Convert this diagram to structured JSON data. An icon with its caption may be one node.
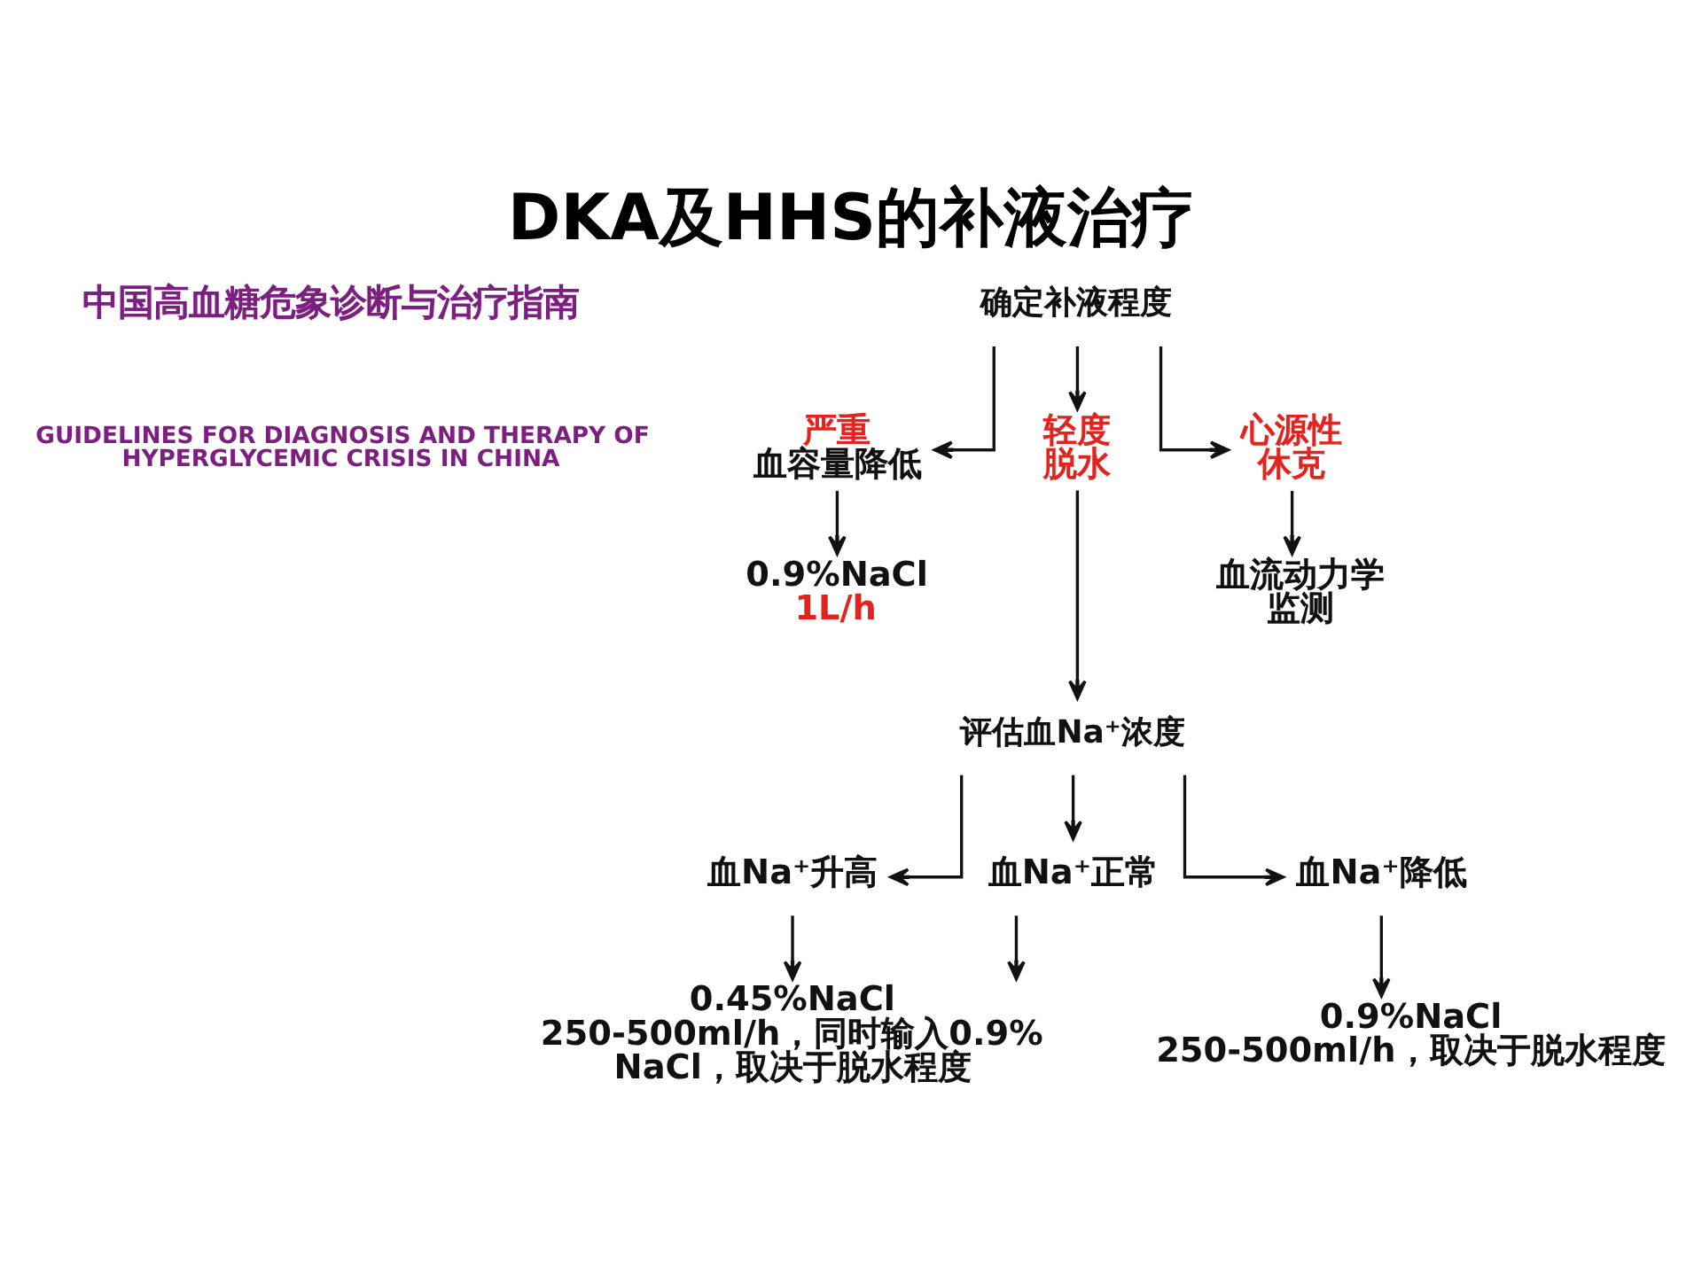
{
  "diagram": {
    "title": "DKA及HHS的补液治疗",
    "nodes": [
      {
        "text": [
          "确定补液程度"
        ]
      },
      {
        "text": [
          "严重",
          "血容量降低"
        ]
      },
      {
        "text": [
          "轻度脱水"
        ]
      },
      {
        "text": [
          "心源性休克"
        ]
      },
      {
        "text": [
          "0.9%NaCl",
          "1L/h"
        ]
      },
      {
        "text": [
          "血流动力学监测"
        ]
      },
      {
        "text": [
          "评估血Na⁺浓度"
        ]
      },
      {
        "text": [
          "血Na⁺升高"
        ]
      },
      {
        "text": [
          "血Na⁺正常"
        ]
      },
      {
        "text": [
          "血Na⁺降低"
        ]
      },
      {
        "text": [
          "0.45%NaCl 250-500ml/h，同时输入0.9% NaCl，取决于脱水程度"
        ]
      },
      {
        "text": [
          "0.9%NaCl 250-500ml/h，取决于脱水程度"
        ]
      }
    ],
    "edges": [
      {
        "from": 0,
        "to": 1,
        "arrow": "to"
      },
      {
        "from": 0,
        "to": 2,
        "arrow": "to"
      },
      {
        "from": 0,
        "to": 3,
        "arrow": "to"
      },
      {
        "from": 1,
        "to": 4,
        "arrow": "to"
      },
      {
        "from": 3,
        "to": 5,
        "arrow": "to"
      },
      {
        "from": 2,
        "to": 6,
        "arrow": "to"
      },
      {
        "from": 6,
        "to": 7,
        "arrow": "to"
      },
      {
        "from": 6,
        "to": 8,
        "arrow": "to"
      },
      {
        "from": 6,
        "to": 9,
        "arrow": "to"
      },
      {
        "from": 7,
        "to": 10,
        "arrow": "to"
      },
      {
        "from": 8,
        "to": 10,
        "arrow": "to"
      },
      {
        "from": 9,
        "to": 11,
        "arrow": "to"
      }
    ],
    "labels": [
      "中国高血糖危象诊断与治疗指南",
      "GUIDELINES FOR DIAGNOSIS AND THERAPY OF HYPERGLYCEMIC CRISIS IN CHINA"
    ]
  }
}
